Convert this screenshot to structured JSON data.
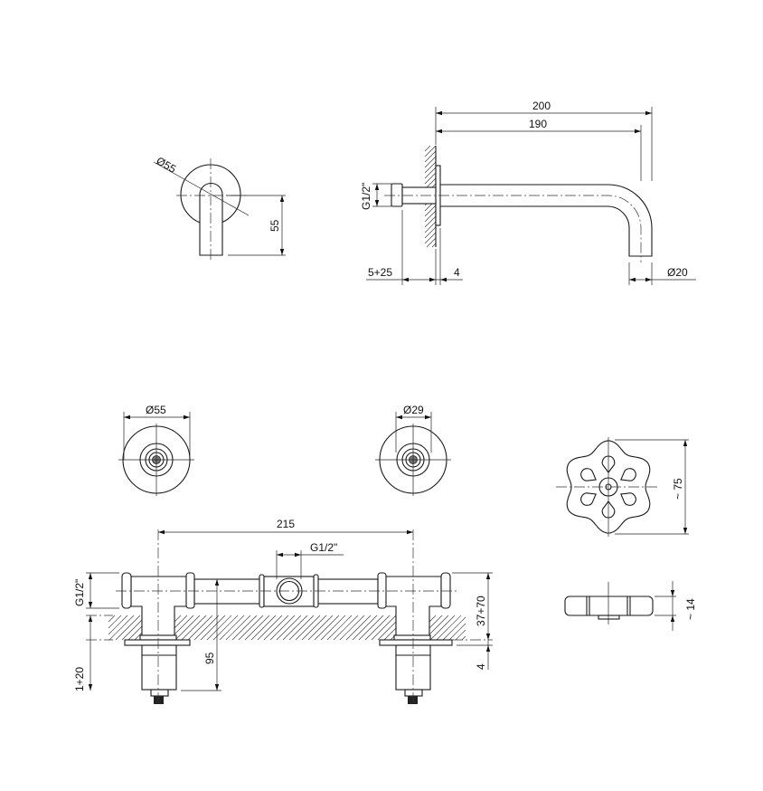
{
  "colors": {
    "line": "#1a1a1a",
    "background": "#ffffff"
  },
  "lever_view": {
    "diameter": "Ø55",
    "height": "55"
  },
  "spout_view": {
    "length_outer": "200",
    "length_inner": "190",
    "thread": "G1/2\"",
    "wall_depth": "5+25",
    "flange": "4",
    "pipe_diameter": "Ø20"
  },
  "rosette_left": {
    "diameter": "Ø55"
  },
  "rosette_right": {
    "diameter": "Ø29"
  },
  "knob_view": {
    "diameter": "~ 75",
    "thickness": "~ 14"
  },
  "body_view": {
    "spacing": "215",
    "center_thread": "G1/2\"",
    "side_thread": "G1/2\"",
    "install_depth": "1+20",
    "depth": "95",
    "wall_range": "37+70",
    "plate": "4"
  }
}
